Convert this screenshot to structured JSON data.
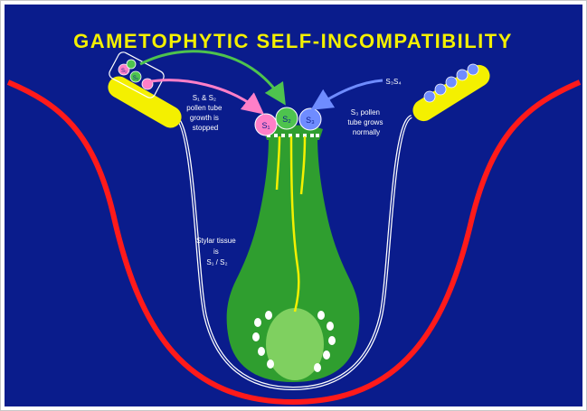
{
  "title": "GAMETOPHYTIC SELF-INCOMPATIBILITY",
  "colors": {
    "background": "#0a1c8c",
    "title": "#f4f000",
    "carpel_outline": "#ff1a1a",
    "pistil_green": "#2f9e2f",
    "pollen_tube": "#f4f000",
    "ovule": "#7fd060",
    "arrow_green": "#4ec34e",
    "arrow_pink": "#ff7fc8",
    "arrow_blue": "#6f8cff",
    "anther_yellow": "#f4f000"
  },
  "labels": {
    "left_note": [
      "S₁ & S₂",
      "pollen tube",
      "growth is",
      "stopped"
    ],
    "right_note": [
      "S₃ pollen",
      "tube grows",
      "normally"
    ],
    "right_genotype": "S₃S₄",
    "style_note": [
      "Stylar tissue",
      "is",
      "S₁ / S₂"
    ],
    "pollen_left_1": "S₁",
    "pollen_left_2": "S₂",
    "pollen_stigma_1": "S₁",
    "pollen_stigma_2": "S₂",
    "pollen_stigma_3": "S₃"
  }
}
